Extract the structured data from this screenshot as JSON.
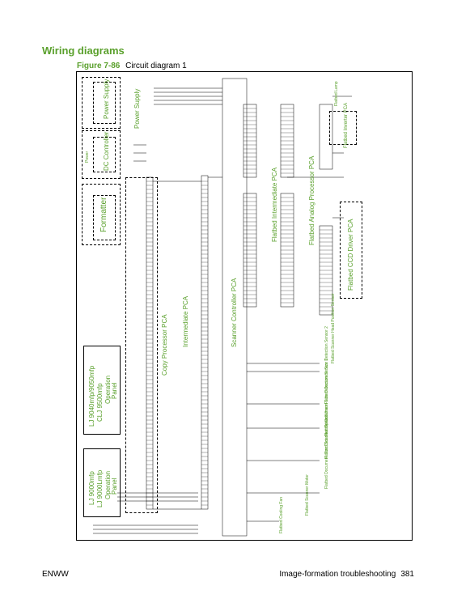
{
  "page": {
    "heading": "Wiring diagrams",
    "figure_label": "Figure 7-86",
    "figure_title": "Circuit diagram 1",
    "footer_left": "ENWW",
    "footer_title": "Image-formation troubleshooting",
    "page_number": "381"
  },
  "diagram": {
    "labels": {
      "power_supply": "Power Supply",
      "power_supply_2": "Power Supply",
      "power": "Power",
      "dc_controller": "DC Controller",
      "formatter": "Formatter",
      "copy_processor": "Copy Processor PCA",
      "intermediate": "Intermediate PCA",
      "scanner_controller": "Scanner Controller PCA",
      "flatbed_intermediate": "Flatbed Intermediate PCA",
      "flatbed_analog": "Flatbed Analog Processor PCA",
      "flatbed_ccd": "Flatbed CCD Driver PCA",
      "flatbed_inverter": "Flatbed Inverter PCA",
      "flatbed_lamp": "Flatbed Lamp",
      "panel_1_line1": "LJ 9040mfp/9050mfp",
      "panel_1_line2": "CLJ 9500mfp",
      "panel_1_line3": "Operation",
      "panel_1_line4": "Panel",
      "panel_2_line1": "LJ 9000mfp",
      "panel_2_line2": "LJ 9000Lmfp",
      "panel_2_line3": "Operation",
      "panel_2_line4": "Panel",
      "sensor_home": "Flatbed Scanner Head Position Sensor",
      "sensor_2": "Flatbed Document Size Detection Sensor 2",
      "sensor_1": "Flatbed Document Size Detection Sensor 1",
      "sensor_open": "Flatbed Scanner Open Sensor",
      "sensor_3": "Flatbed Document Size Detection Sensor 3",
      "motor": "Flatbed Scanner Motor",
      "fan": "Flatbed Cooling Fan"
    }
  }
}
